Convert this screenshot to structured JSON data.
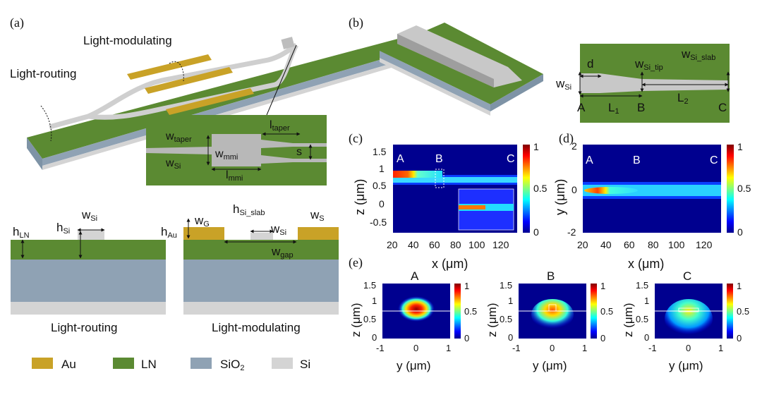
{
  "panels": {
    "a": "(a)",
    "b": "(b)",
    "c": "(c)",
    "d": "(d)",
    "e": "(e)"
  },
  "a_device": {
    "light_modulating": "Light-modulating",
    "light_routing": "Light-routing"
  },
  "mmi_inset": {
    "w_taper": "w",
    "w_taper_sub": "taper",
    "w_si": "w",
    "w_si_sub": "Si",
    "w_mmi": "w",
    "w_mmi_sub": "mmi",
    "l_mmi": "l",
    "l_mmi_sub": "mmi",
    "l_taper": "l",
    "l_taper_sub": "taper",
    "s": "s"
  },
  "cross_routing": {
    "h_ln": "h",
    "h_ln_sub": "LN",
    "h_si": "h",
    "h_si_sub": "Si",
    "w_si": "w",
    "w_si_sub": "Si",
    "caption": "Light-routing"
  },
  "cross_mod": {
    "h_au": "h",
    "h_au_sub": "Au",
    "w_g": "w",
    "w_g_sub": "G",
    "h_si_slab": "h",
    "h_si_slab_sub": "Si_slab",
    "w_si": "w",
    "w_si_sub": "Si",
    "w_s": "w",
    "w_s_sub": "S",
    "w_gap": "w",
    "w_gap_sub": "gap",
    "caption": "Light-modulating"
  },
  "legend": [
    {
      "label": "Au",
      "color": "#c9a227"
    },
    {
      "label": "LN",
      "color": "#5b8a32"
    },
    {
      "label": "SiO",
      "sub": "2",
      "color": "#8fa2b4"
    },
    {
      "label": "Si",
      "color": "#d4d4d4"
    }
  ],
  "b_top": {
    "d": "d",
    "w_si_tip": "w",
    "w_si_tip_sub": "Si_tip",
    "w_si_slab": "w",
    "w_si_slab_sub": "Si_slab",
    "w_si": "w",
    "w_si_sub": "Si",
    "A": "A",
    "B": "B",
    "C": "C",
    "L1": "L",
    "L1_sub": "1",
    "L2": "L",
    "L2_sub": "2"
  },
  "plot_c": {
    "xlabel": "x (μm)",
    "ylabel": "z (μm)",
    "xticks": [
      "20",
      "40",
      "60",
      "80",
      "100",
      "120"
    ],
    "yticks": [
      "1.5",
      "1",
      "0.5",
      "0",
      "-0.5"
    ],
    "markers": [
      "A",
      "B",
      "C"
    ],
    "cbar_ticks": [
      "1",
      "0.5",
      "0"
    ]
  },
  "plot_d": {
    "xlabel": "x (μm)",
    "ylabel": "y (μm)",
    "xticks": [
      "20",
      "40",
      "60",
      "80",
      "100",
      "120"
    ],
    "yticks": [
      "2",
      "0",
      "-2"
    ],
    "markers": [
      "A",
      "B",
      "C"
    ],
    "cbar_ticks": [
      "1",
      "0.5",
      "0"
    ]
  },
  "plot_e": [
    {
      "title": "A",
      "xlabel": "y (μm)",
      "ylabel": "z (μm)",
      "xticks": [
        "-1",
        "0",
        "1"
      ],
      "yticks": [
        "1.5",
        "1",
        "0.5",
        "0"
      ],
      "cbar_ticks": [
        "1",
        "0.5",
        "0"
      ]
    },
    {
      "title": "B",
      "xlabel": "y (μm)",
      "ylabel": "z (μm)",
      "xticks": [
        "-1",
        "0",
        "1"
      ],
      "yticks": [
        "1.5",
        "1",
        "0.5",
        "0"
      ],
      "cbar_ticks": [
        "1",
        "0.5",
        "0"
      ]
    },
    {
      "title": "C",
      "xlabel": "y (μm)",
      "ylabel": "z (μm)",
      "xticks": [
        "-1",
        "0",
        "1"
      ],
      "yticks": [
        "1.5",
        "1",
        "0.5",
        "0"
      ],
      "cbar_ticks": [
        "1",
        "0.5",
        "0"
      ]
    }
  ]
}
